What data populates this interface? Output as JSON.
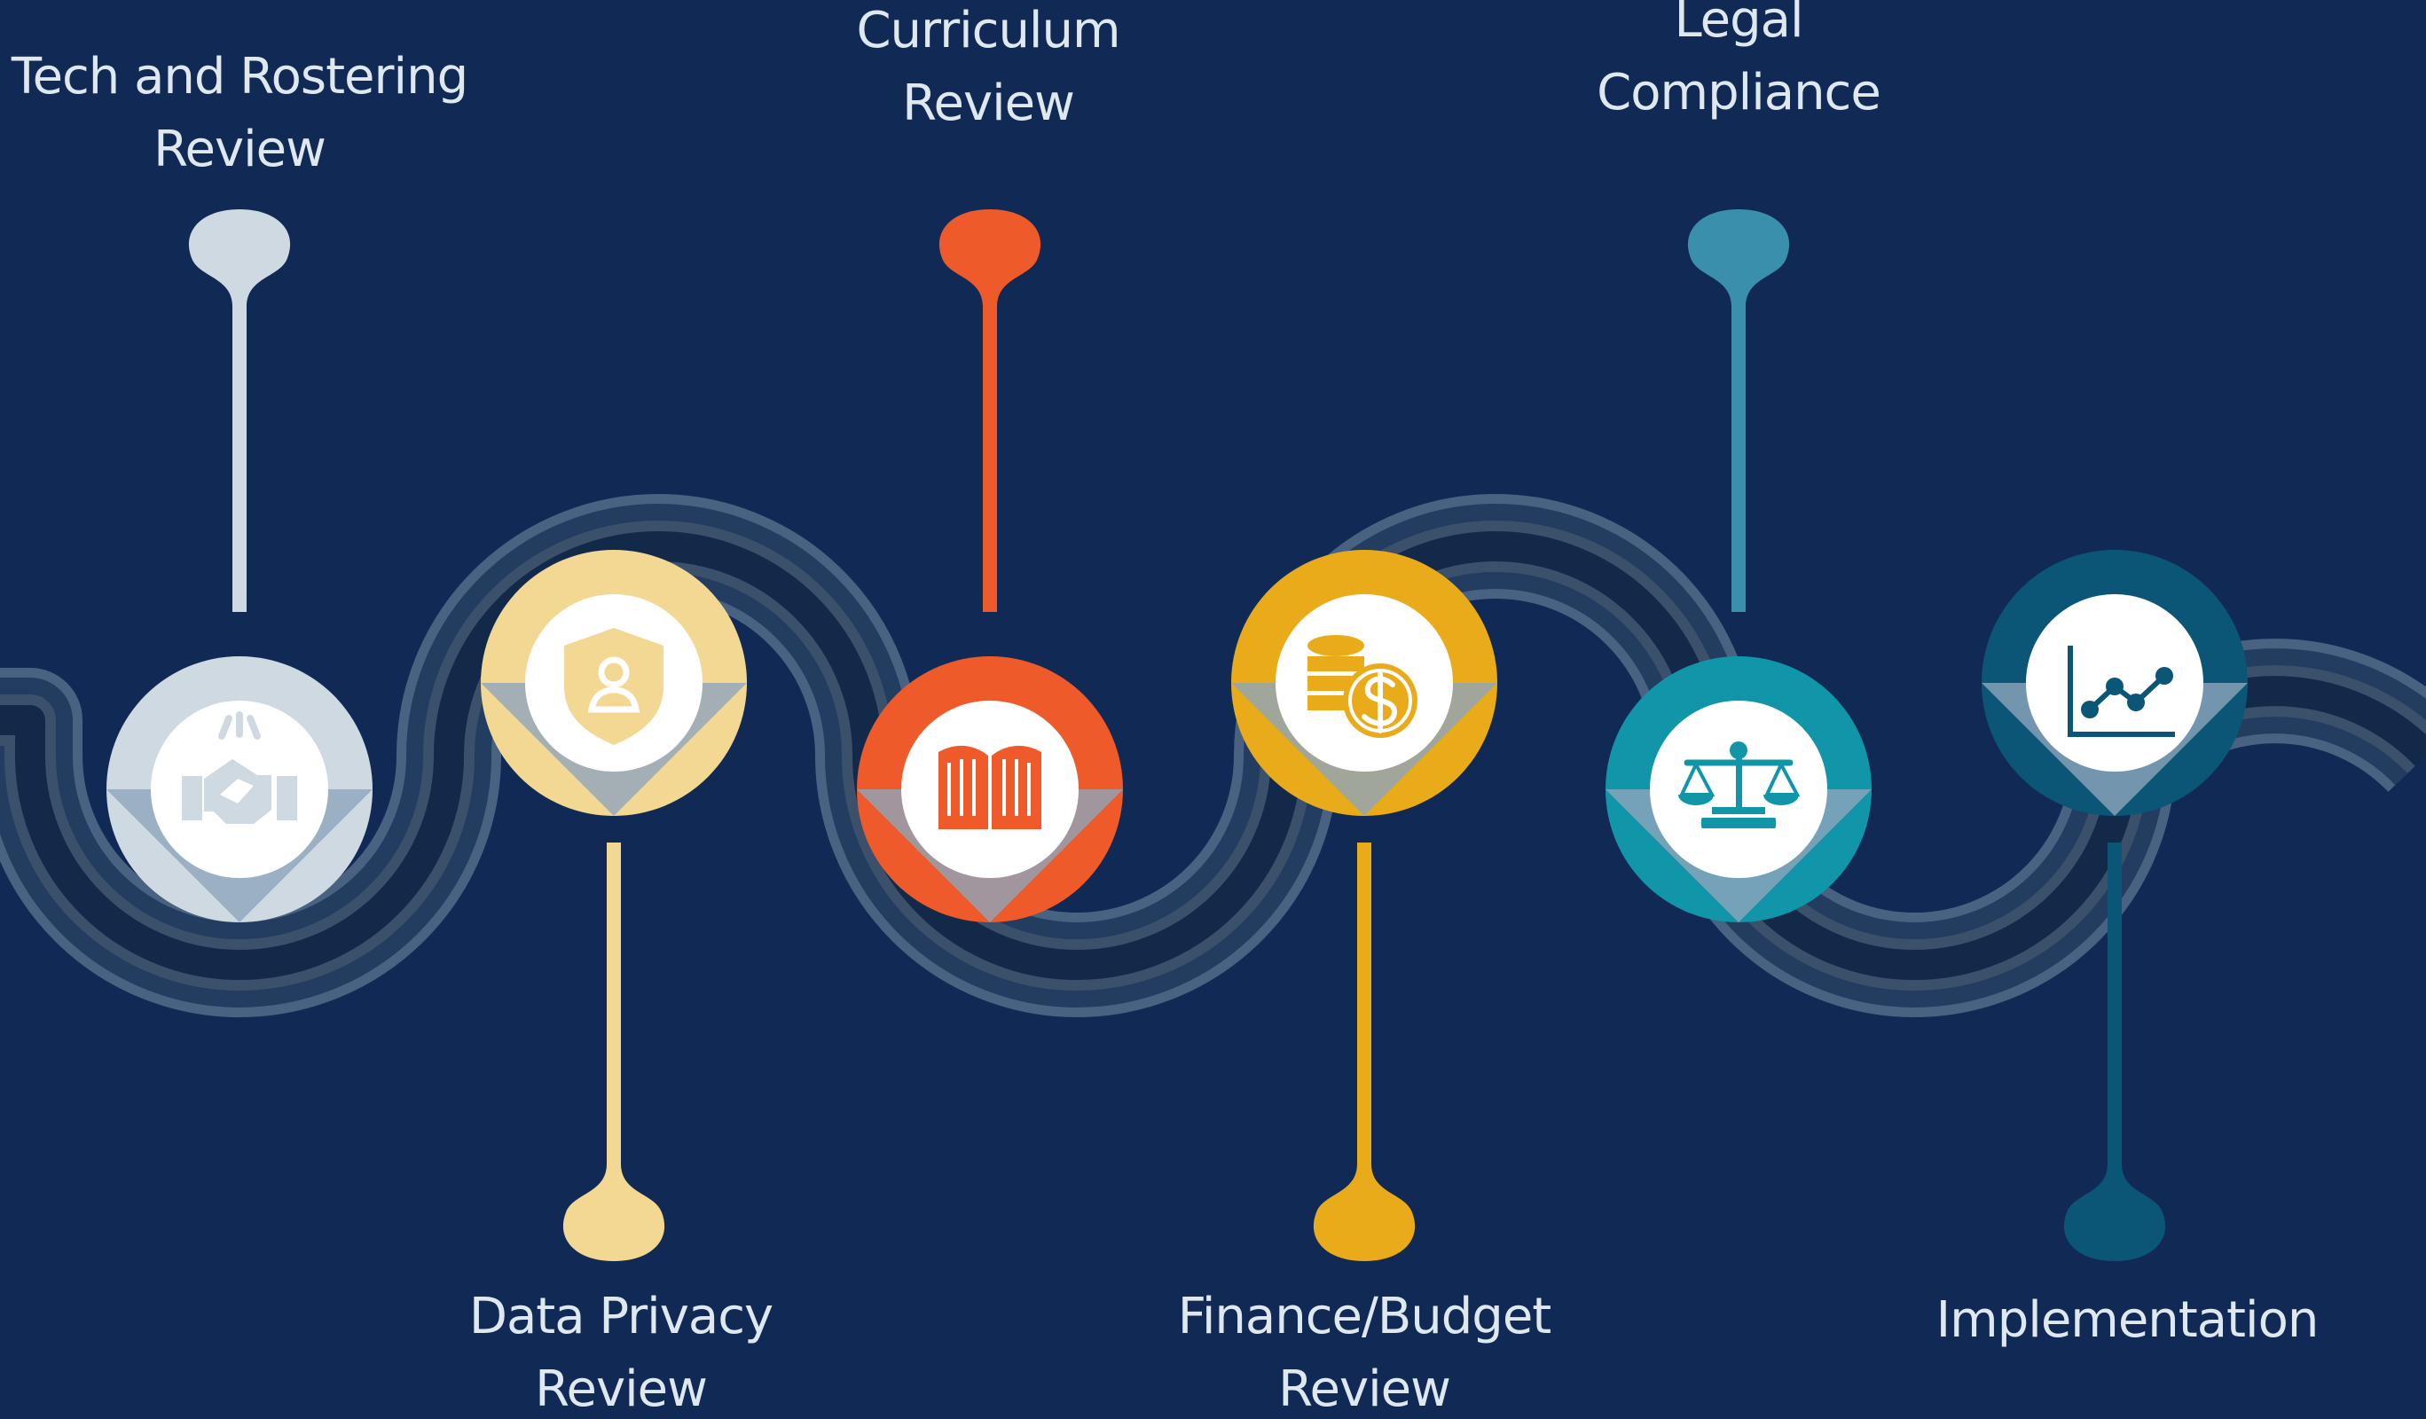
{
  "diagram": {
    "title": "",
    "stages": [
      {
        "label": "Tech and Rostering\nReview",
        "color": "#cfd9e1",
        "icon": "handshake-icon",
        "position": "top"
      },
      {
        "label": "Data Privacy\nReview",
        "color": "#f3d894",
        "icon": "shield-user-icon",
        "position": "bottom"
      },
      {
        "label": "Curriculum\nReview",
        "color": "#ef5a2a",
        "icon": "book-icon",
        "position": "top"
      },
      {
        "label": "Finance/Budget\nReview",
        "color": "#e9ab19",
        "icon": "coins-dollar-icon",
        "position": "bottom"
      },
      {
        "label": "Legal\nCompliance",
        "color": "#1195a9",
        "icon": "scales-icon",
        "position": "top"
      },
      {
        "label": "Implementation",
        "color": "#0b5577",
        "icon": "line-chart-icon",
        "position": "bottom"
      }
    ]
  }
}
